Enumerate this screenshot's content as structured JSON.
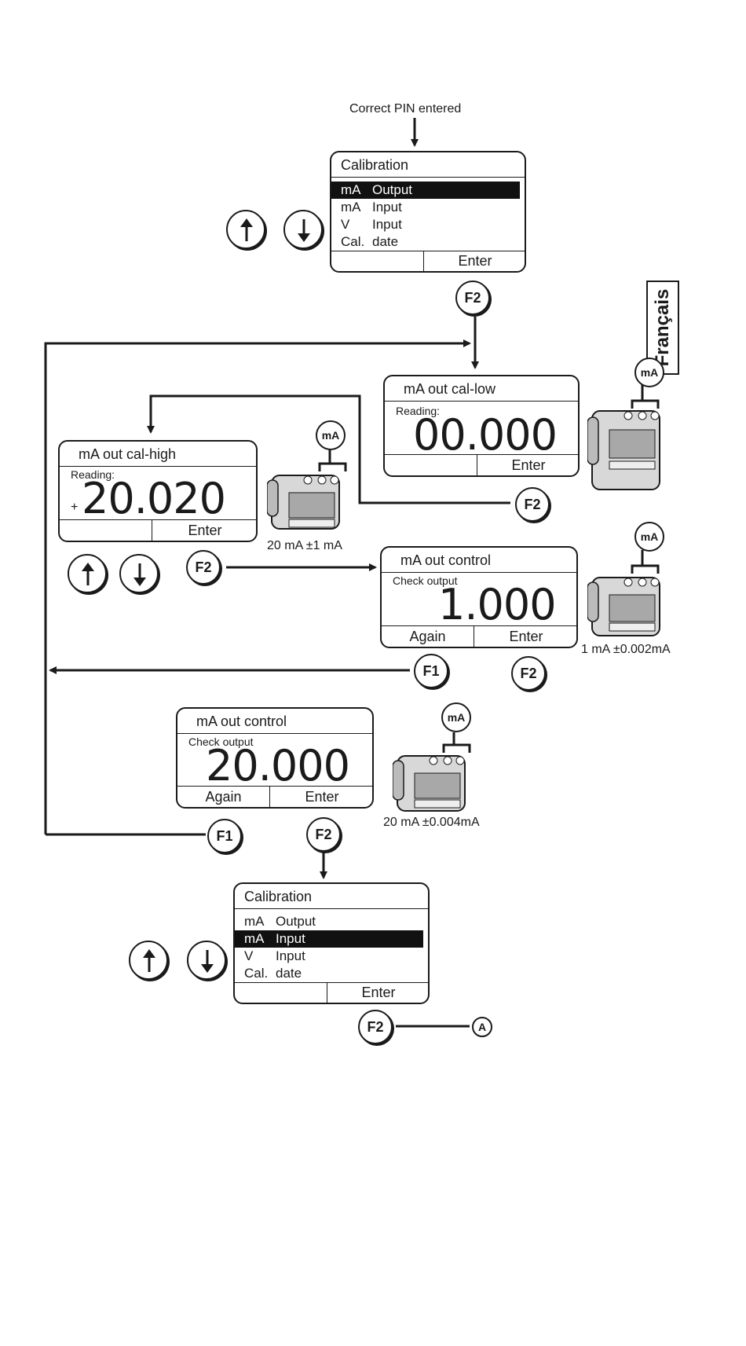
{
  "top_caption": "Correct PIN entered",
  "language_tab": "Français",
  "screens": {
    "calib1": {
      "title": "Calibration",
      "items": [
        {
          "a": "mA",
          "b": "Output"
        },
        {
          "a": "mA",
          "b": "Input"
        },
        {
          "a": "V",
          "b": "Input"
        },
        {
          "a": "Cal.",
          "b": "date"
        }
      ],
      "selected_index": 0,
      "softkey_right": "Enter"
    },
    "cal_low": {
      "title": "mA out cal-low",
      "label": "Reading:",
      "value": "00.000",
      "softkey_right": "Enter"
    },
    "cal_high": {
      "title": "mA out cal-high",
      "label": "Reading:",
      "sign": "+",
      "value": "20.020",
      "softkey_right": "Enter"
    },
    "control1": {
      "title": "mA out control",
      "label": "Check output",
      "value": "1.000",
      "softkey_left": "Again",
      "softkey_right": "Enter"
    },
    "control2": {
      "title": "mA out control",
      "label": "Check output",
      "value": "20.000",
      "softkey_left": "Again",
      "softkey_right": "Enter"
    },
    "calib2": {
      "title": "Calibration",
      "items": [
        {
          "a": "mA",
          "b": "Output"
        },
        {
          "a": "mA",
          "b": "Input"
        },
        {
          "a": "V",
          "b": "Input"
        },
        {
          "a": "Cal.",
          "b": "date"
        }
      ],
      "selected_index": 1,
      "softkey_right": "Enter"
    }
  },
  "keys": {
    "f1": "F1",
    "f2": "F2"
  },
  "badge": "mA",
  "captions": {
    "cal_high": "20 mA ±1 mA",
    "control1": "1 mA ±0.002mA",
    "control2": "20 mA ±0.004mA"
  },
  "connector": "A"
}
